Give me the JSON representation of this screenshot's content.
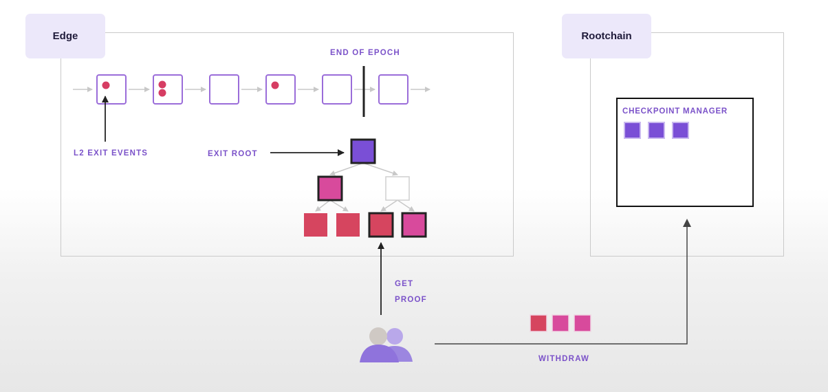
{
  "edge": {
    "title": "Edge"
  },
  "rootchain": {
    "title": "Rootchain"
  },
  "labels": {
    "end_of_epoch": "END OF EPOCH",
    "l2_exit_events": "L2 EXIT EVENTS",
    "exit_root": "EXIT ROOT",
    "checkpoint_manager": "CHECKPOINT MANAGER",
    "get_proof_line1": "GET",
    "get_proof_line2": "PROOF",
    "withdraw": "WITHDRAW"
  },
  "colors": {
    "purple": "#7a4fd6",
    "block_border": "#9a6cd9",
    "event_dot": "#d63d63",
    "leaf_red": "#d6455f",
    "leaf_pink": "#d84a9c",
    "label": "#7b52c9",
    "line": "#c8c8c8",
    "dark": "#222222"
  },
  "blocks": {
    "event_counts": [
      1,
      2,
      0,
      1,
      0,
      0
    ]
  },
  "tree": {
    "root": {
      "color": "purple",
      "bordered": true
    },
    "level1": [
      {
        "color": "pink",
        "bordered": true
      },
      {
        "color": "white",
        "bordered": false
      }
    ],
    "leaves": [
      {
        "color": "red",
        "bordered": false
      },
      {
        "color": "red",
        "bordered": false
      },
      {
        "color": "red",
        "bordered": true
      },
      {
        "color": "pink",
        "bordered": true
      }
    ]
  },
  "checkpoints": {
    "count": 3,
    "color": "purple"
  },
  "withdraw_proof": {
    "colors": [
      "red",
      "pink",
      "pink"
    ]
  },
  "user_icon": "users-icon"
}
